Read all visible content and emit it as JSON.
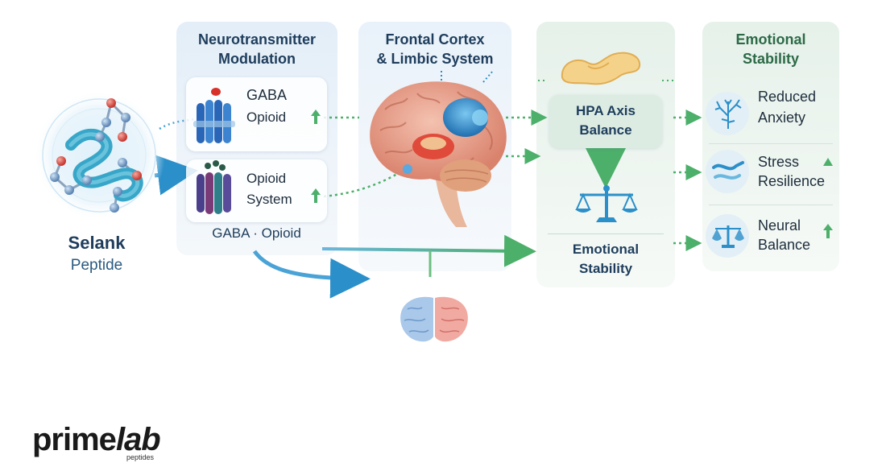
{
  "source": {
    "title": "Selank",
    "subtitle": "Peptide"
  },
  "modulation": {
    "title_line1": "Neurotransmitter",
    "title_line2": "Modulation",
    "card1_line1": "GABA",
    "card1_line2": "Opioid",
    "card2_line1": "Opioid",
    "card2_line2": "System",
    "footer": "GABA · Opioid"
  },
  "brain": {
    "title_line1": "Frontal Cortex",
    "title_line2": "& Limbic System"
  },
  "hpa": {
    "card1_line1": "HPA Axis",
    "card1_line2": "Balance",
    "card2_line1": "Emotional",
    "card2_line2": "Stability"
  },
  "outcomes": {
    "title_line1": "Emotional",
    "title_line2": "Stability",
    "items": [
      {
        "line1": "Reduced",
        "line2": "Anxiety"
      },
      {
        "line1": "Stress",
        "line2": "Resilience"
      },
      {
        "line1": "Neural",
        "line2": "Balance"
      }
    ]
  },
  "brand": {
    "name_prime": "prime",
    "name_lab": "lab",
    "sub": "peptides"
  },
  "colors": {
    "blue_accent": "#2b8fc9",
    "green_accent": "#4caf6a",
    "title_blue": "#1e3d5c",
    "title_green": "#2c6a46"
  }
}
